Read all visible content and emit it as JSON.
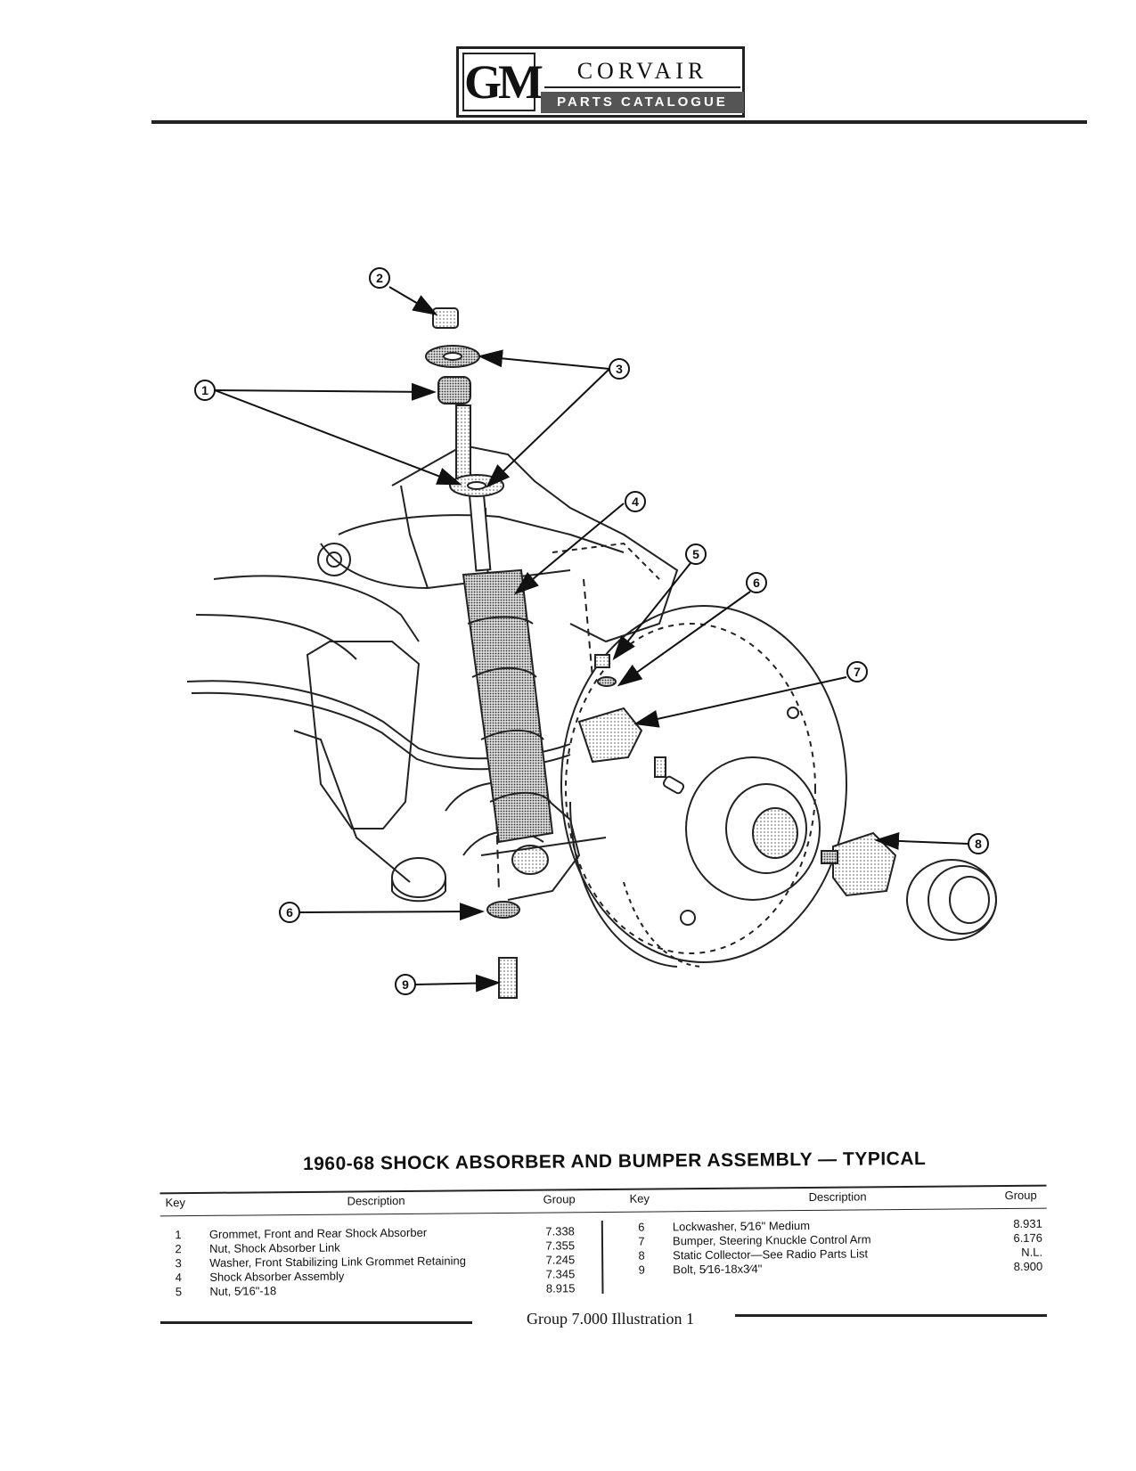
{
  "header": {
    "logo_mark": "GM",
    "title": "CORVAIR",
    "subtitle": "PARTS CATALOGUE"
  },
  "illustration": {
    "callouts": [
      "1",
      "2",
      "3",
      "4",
      "5",
      "6",
      "7",
      "8",
      "6",
      "9"
    ]
  },
  "caption": "1960-68 SHOCK ABSORBER AND BUMPER ASSEMBLY — TYPICAL",
  "parts_table": {
    "headers": {
      "key": "Key",
      "description": "Description",
      "group": "Group",
      "key2": "Key",
      "description2": "Description",
      "group2": "Group"
    },
    "left": [
      {
        "key": "1",
        "description": "Grommet, Front and Rear Shock Absorber",
        "group": "7.338"
      },
      {
        "key": "2",
        "description": "Nut, Shock Absorber Link",
        "group": "7.355"
      },
      {
        "key": "3",
        "description": "Washer, Front Stabilizing Link Grommet Retaining",
        "group": "7.245"
      },
      {
        "key": "4",
        "description": "Shock Absorber Assembly",
        "group": "7.345"
      },
      {
        "key": "5",
        "description": "Nut, 5⁄16\"-18",
        "group": "8.915"
      }
    ],
    "right": [
      {
        "key": "6",
        "description": "Lockwasher, 5⁄16\" Medium",
        "group": "8.931"
      },
      {
        "key": "7",
        "description": "Bumper, Steering Knuckle Control Arm",
        "group": "6.176"
      },
      {
        "key": "8",
        "description": "Static Collector—See Radio Parts List",
        "group": "N.L."
      },
      {
        "key": "9",
        "description": "Bolt, 5⁄16-18x3⁄4\"",
        "group": "8.900"
      }
    ]
  },
  "footer": "Group 7.000 Illustration 1"
}
